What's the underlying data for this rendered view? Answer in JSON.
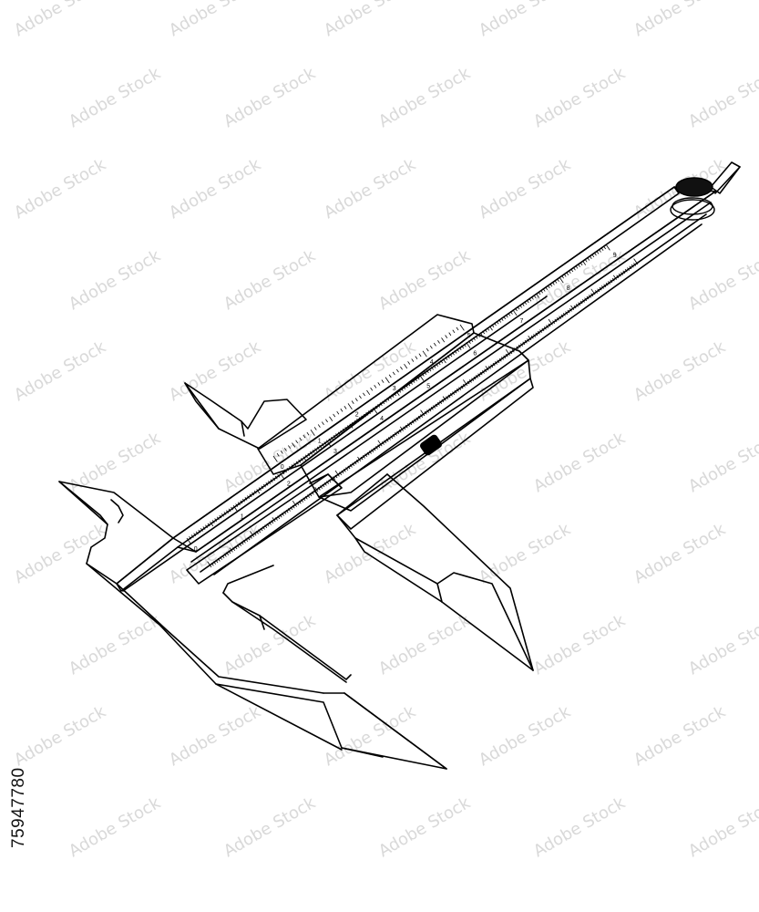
{
  "image": {
    "stock_id": "75947780",
    "watermark_text": "Adobe Stock",
    "subject": "vernier-caliper-wireframe",
    "colors": {
      "background": "#ffffff",
      "line": "#000000",
      "watermark": "#d9d9d9"
    }
  },
  "scales": {
    "main_labels": [
      "0",
      "1",
      "2",
      "3",
      "4",
      "5",
      "6",
      "7",
      "8",
      "9"
    ],
    "vernier_labels": [
      "0",
      "1",
      "2",
      "3",
      "4",
      "5"
    ]
  }
}
